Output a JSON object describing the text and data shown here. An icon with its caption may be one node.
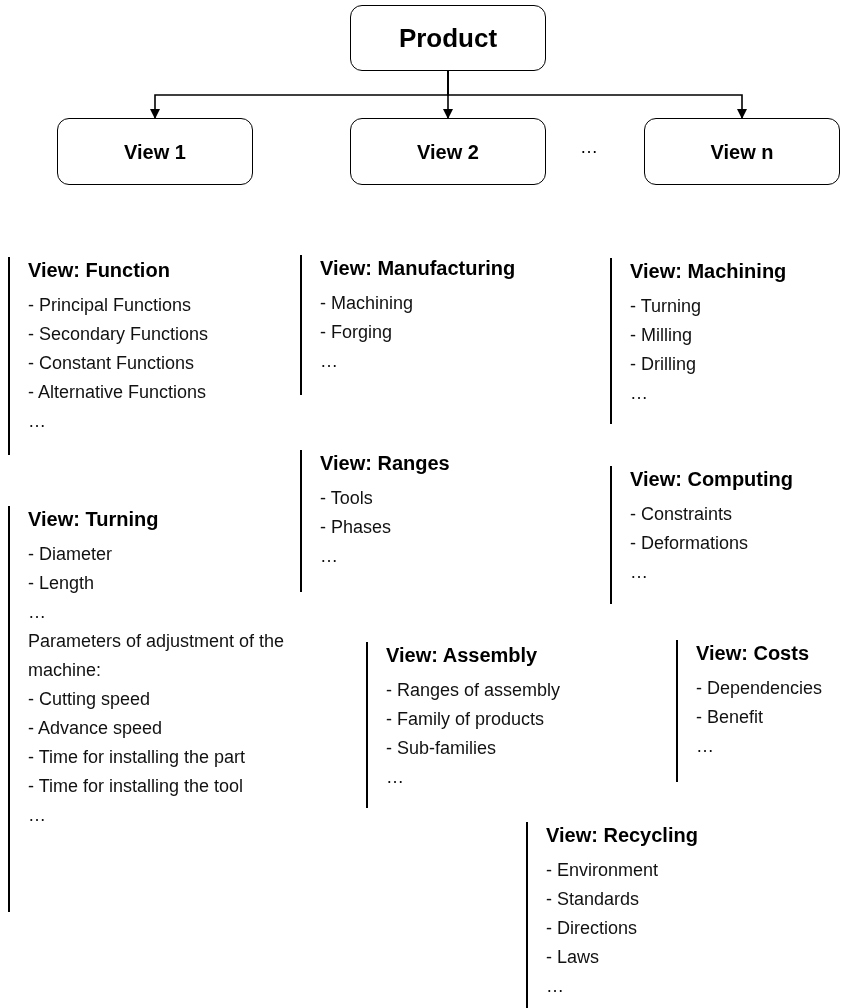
{
  "diagram": {
    "nodes": [
      {
        "text": [
          "Product"
        ]
      },
      {
        "text": [
          "View 1"
        ]
      },
      {
        "text": [
          "View 2"
        ]
      },
      {
        "text": [
          "View n"
        ]
      },
      {
        "text": [
          "View: Function",
          "- Principal Functions",
          "- Secondary Functions",
          "- Constant Functions",
          "- Alternative Functions",
          "…"
        ]
      },
      {
        "text": [
          "View: Manufacturing",
          "- Machining",
          "- Forging",
          "…"
        ]
      },
      {
        "text": [
          "View: Machining",
          "- Turning",
          "- Milling",
          "- Drilling",
          "…"
        ]
      },
      {
        "text": [
          "View: Ranges",
          "- Tools",
          "- Phases",
          "…"
        ]
      },
      {
        "text": [
          "View: Computing",
          "- Constraints",
          "- Deformations",
          "…"
        ]
      },
      {
        "text": [
          "View: Turning",
          "- Diameter",
          "- Length",
          "…",
          "Parameters of adjustment of the machine:",
          "- Cutting speed",
          "- Advance speed",
          "- Time for installing the part",
          "- Time for installing the tool",
          "…"
        ]
      },
      {
        "text": [
          "View: Assembly",
          "- Ranges of assembly",
          "- Family of products",
          "- Sub-families",
          "…"
        ]
      },
      {
        "text": [
          "View: Costs",
          "- Dependencies",
          "- Benefit",
          "…"
        ]
      },
      {
        "text": [
          "View: Recycling",
          "- Environment",
          "- Standards",
          "- Directions",
          "- Laws",
          "…"
        ]
      }
    ],
    "edges": [
      {
        "from": 0,
        "to": 1,
        "arrow": "to"
      },
      {
        "from": 0,
        "to": 2,
        "arrow": "to"
      },
      {
        "from": 0,
        "to": 3,
        "arrow": "to"
      }
    ],
    "labels": [
      "…"
    ]
  }
}
